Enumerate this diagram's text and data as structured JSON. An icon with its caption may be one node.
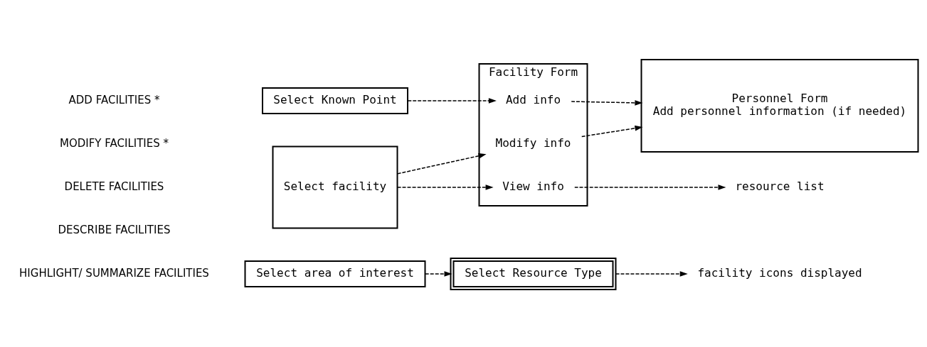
{
  "diagram": {
    "nodes": [
      {
        "text": [
          "Select Known Point"
        ]
      },
      {
        "text": [
          "Select facility"
        ]
      },
      {
        "text": [
          "Select area of interest"
        ]
      },
      {
        "text": [
          "Facility Form"
        ]
      },
      {
        "text": [
          "Add info"
        ],
        "in": 3
      },
      {
        "text": [
          "Modify info"
        ],
        "in": 3
      },
      {
        "text": [
          "View info"
        ],
        "in": 3
      },
      {
        "text": [
          "Personnel Form",
          "Add personnel information (if needed)"
        ]
      },
      {
        "text": [
          "Select Resource Type"
        ]
      },
      {
        "text": [
          "resource list"
        ]
      },
      {
        "text": [
          "facility icons displayed"
        ]
      }
    ],
    "edges": [
      {
        "from": 0,
        "to": 4,
        "arrow": "to",
        "style": "dashed"
      },
      {
        "from": 1,
        "to": 5,
        "arrow": "to",
        "style": "dashed"
      },
      {
        "from": 1,
        "to": 6,
        "arrow": "to",
        "style": "dashed"
      },
      {
        "from": 4,
        "to": 7,
        "arrow": "to",
        "style": "dashed"
      },
      {
        "from": 5,
        "to": 7,
        "arrow": "to",
        "style": "dashed"
      },
      {
        "from": 6,
        "to": 9,
        "arrow": "to",
        "style": "dashed"
      },
      {
        "from": 2,
        "to": 8,
        "arrow": "to",
        "style": "dashed"
      },
      {
        "from": 8,
        "to": 10,
        "arrow": "to",
        "style": "dashed"
      }
    ],
    "labels": [
      "ADD FACILITIES *",
      "MODIFY FACILITIES *",
      "DELETE FACILITIES",
      "DESCRIBE FACILITIES",
      "HIGHLIGHT/ SUMMARIZE FACILITIES"
    ]
  }
}
